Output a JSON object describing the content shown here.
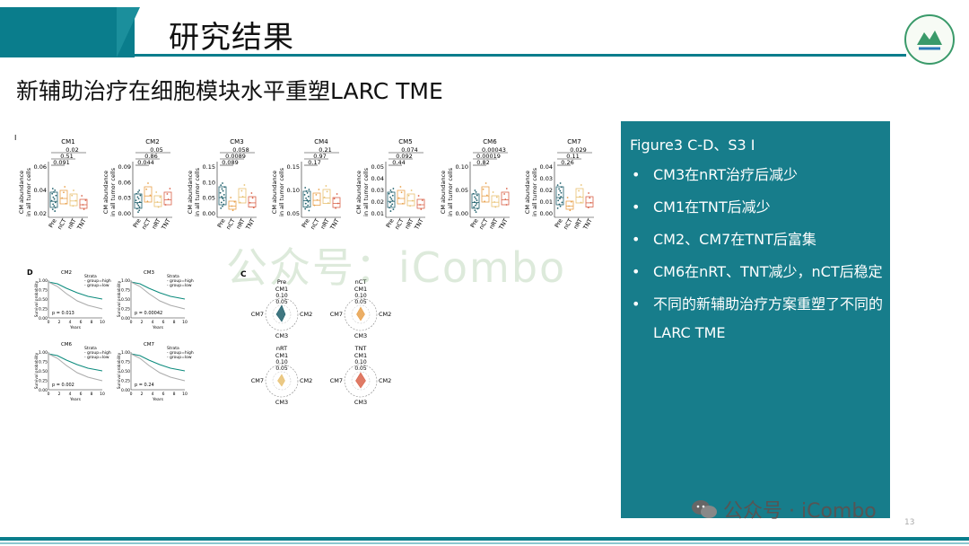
{
  "header": {
    "title": "研究结果"
  },
  "subtitle": "新辅助治疗在细胞模块水平重塑LARC TME",
  "panel": {
    "heading": "Figure3 C-D、S3 I",
    "bullets": [
      "CM3在nRT治疗后减少",
      "CM1在TNT后减少",
      "CM2、CM7在TNT后富集",
      "CM6在nRT、TNT减少，nCT后稳定",
      "不同的新辅助治疗方案重塑了不同的LARC TME"
    ]
  },
  "figure_top": {
    "panel_letter": "I",
    "ylabel": [
      "CM abundance",
      "in all tumor cells"
    ],
    "xticks": [
      "Pre",
      "nCT",
      "nRT",
      "TNT"
    ],
    "plots": [
      {
        "name": "CM1",
        "p": [
          "0.02",
          "0.51",
          "0.091"
        ],
        "yticks": [
          "0.06",
          "0.04",
          "0.02"
        ]
      },
      {
        "name": "CM2",
        "p": [
          "0.05",
          "0.86",
          "0.044"
        ],
        "yticks": [
          "0.09",
          "0.06",
          "0.03",
          "0.00"
        ]
      },
      {
        "name": "CM3",
        "p": [
          "0.058",
          "0.0089",
          "0.089"
        ],
        "yticks": [
          "0.15",
          "0.10",
          "0.05",
          "0.00"
        ]
      },
      {
        "name": "CM4",
        "p": [
          "0.21",
          "0.97",
          "0.17"
        ],
        "yticks": [
          "0.15",
          "0.10",
          "0.05"
        ]
      },
      {
        "name": "CM5",
        "p": [
          "0.074",
          "0.092",
          "0.44"
        ],
        "yticks": [
          "0.05",
          "0.04",
          "0.03",
          "0.02",
          "0.01"
        ]
      },
      {
        "name": "CM6",
        "p": [
          "0.00043",
          "0.00019",
          "0.82"
        ],
        "yticks": [
          "0.10",
          "0.05",
          "0.00"
        ]
      },
      {
        "name": "CM7",
        "p": [
          "0.029",
          "0.11",
          "0.26"
        ],
        "yticks": [
          "0.04",
          "0.03",
          "0.02",
          "0.01",
          "0.00"
        ]
      }
    ]
  },
  "figure_d": {
    "letter": "D",
    "ylabel": "Survival probability",
    "xlabel": "Years",
    "strata": [
      "Strata",
      "group=high",
      "group=low"
    ],
    "yticks": [
      "1.00",
      "0.75",
      "0.50",
      "0.25",
      "0.00"
    ],
    "xticks": [
      "0",
      "2",
      "4",
      "6",
      "8",
      "10"
    ],
    "plots": [
      {
        "name": "CM2",
        "pval": "p = 0.013"
      },
      {
        "name": "CM3",
        "pval": "p = 0.00042"
      },
      {
        "name": "CM6",
        "pval": "p = 0.002"
      },
      {
        "name": "CM7",
        "pval": "p = 0.24"
      }
    ]
  },
  "figure_c": {
    "letter": "C",
    "axis_labels": {
      "top": "CM1",
      "left": "CM7",
      "right": "CM2",
      "bottom": "CM3"
    },
    "rings": [
      "0.10",
      "0.05"
    ],
    "radars": [
      {
        "name": "Pre",
        "color": "#1f5f6b"
      },
      {
        "name": "nCT",
        "color": "#e8a04a"
      },
      {
        "name": "nRT",
        "color": "#e8c070"
      },
      {
        "name": "TNT",
        "color": "#d9634a"
      }
    ]
  },
  "watermark": {
    "center": "公众号：iCombo",
    "bottom": "公众号 · iCombo"
  },
  "page_number": "13",
  "colors": {
    "brand": "#0a7d8c",
    "panel": "#177d8b"
  }
}
